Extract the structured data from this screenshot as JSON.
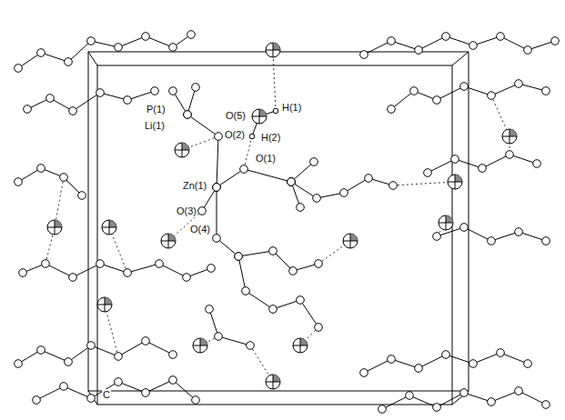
{
  "diagram": {
    "labels": [
      "P(1)",
      "Li(1)",
      "O(2)",
      "O(5)",
      "H(1)",
      "H(2)",
      "O(1)",
      "O(3)",
      "Zn(1)",
      "O(4)",
      "C"
    ]
  }
}
